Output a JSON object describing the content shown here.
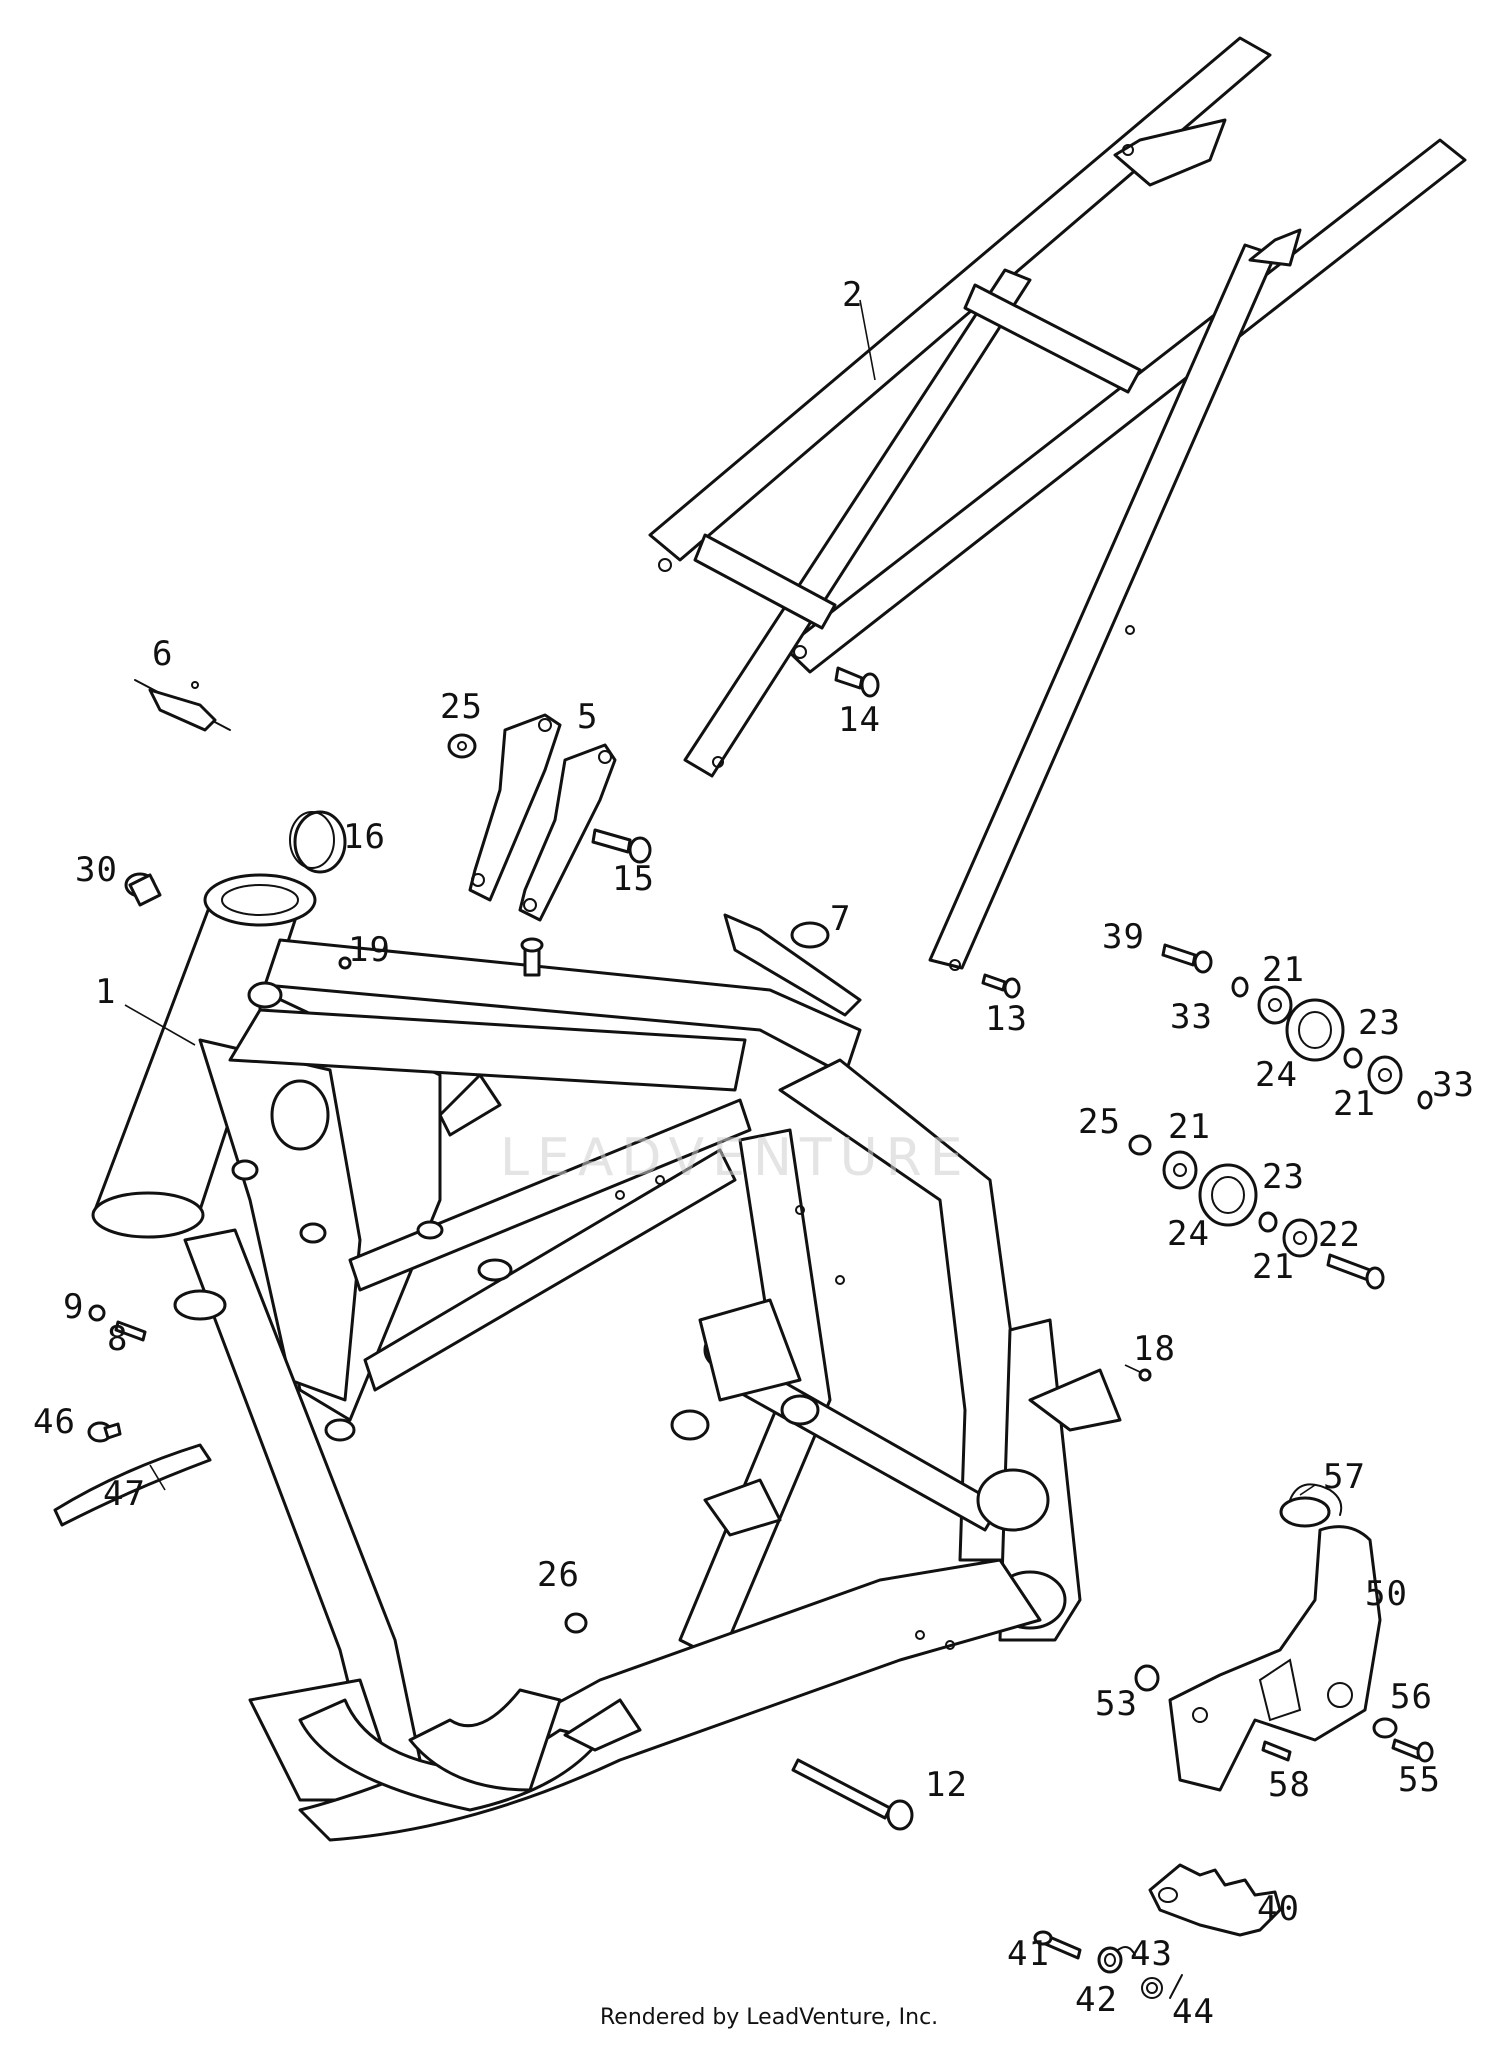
{
  "watermark": "LEADVENTURE",
  "credit": "Rendered by LeadVenture, Inc.",
  "callouts": [
    "1",
    "2",
    "5",
    "6",
    "7",
    "8",
    "9",
    "12",
    "13",
    "14",
    "15",
    "16",
    "18",
    "19",
    "21",
    "21",
    "21",
    "21",
    "22",
    "23",
    "23",
    "24",
    "24",
    "25",
    "25",
    "26",
    "30",
    "33",
    "33",
    "39",
    "40",
    "41",
    "42",
    "43",
    "44",
    "46",
    "47",
    "50",
    "53",
    "55",
    "56",
    "57",
    "58"
  ]
}
